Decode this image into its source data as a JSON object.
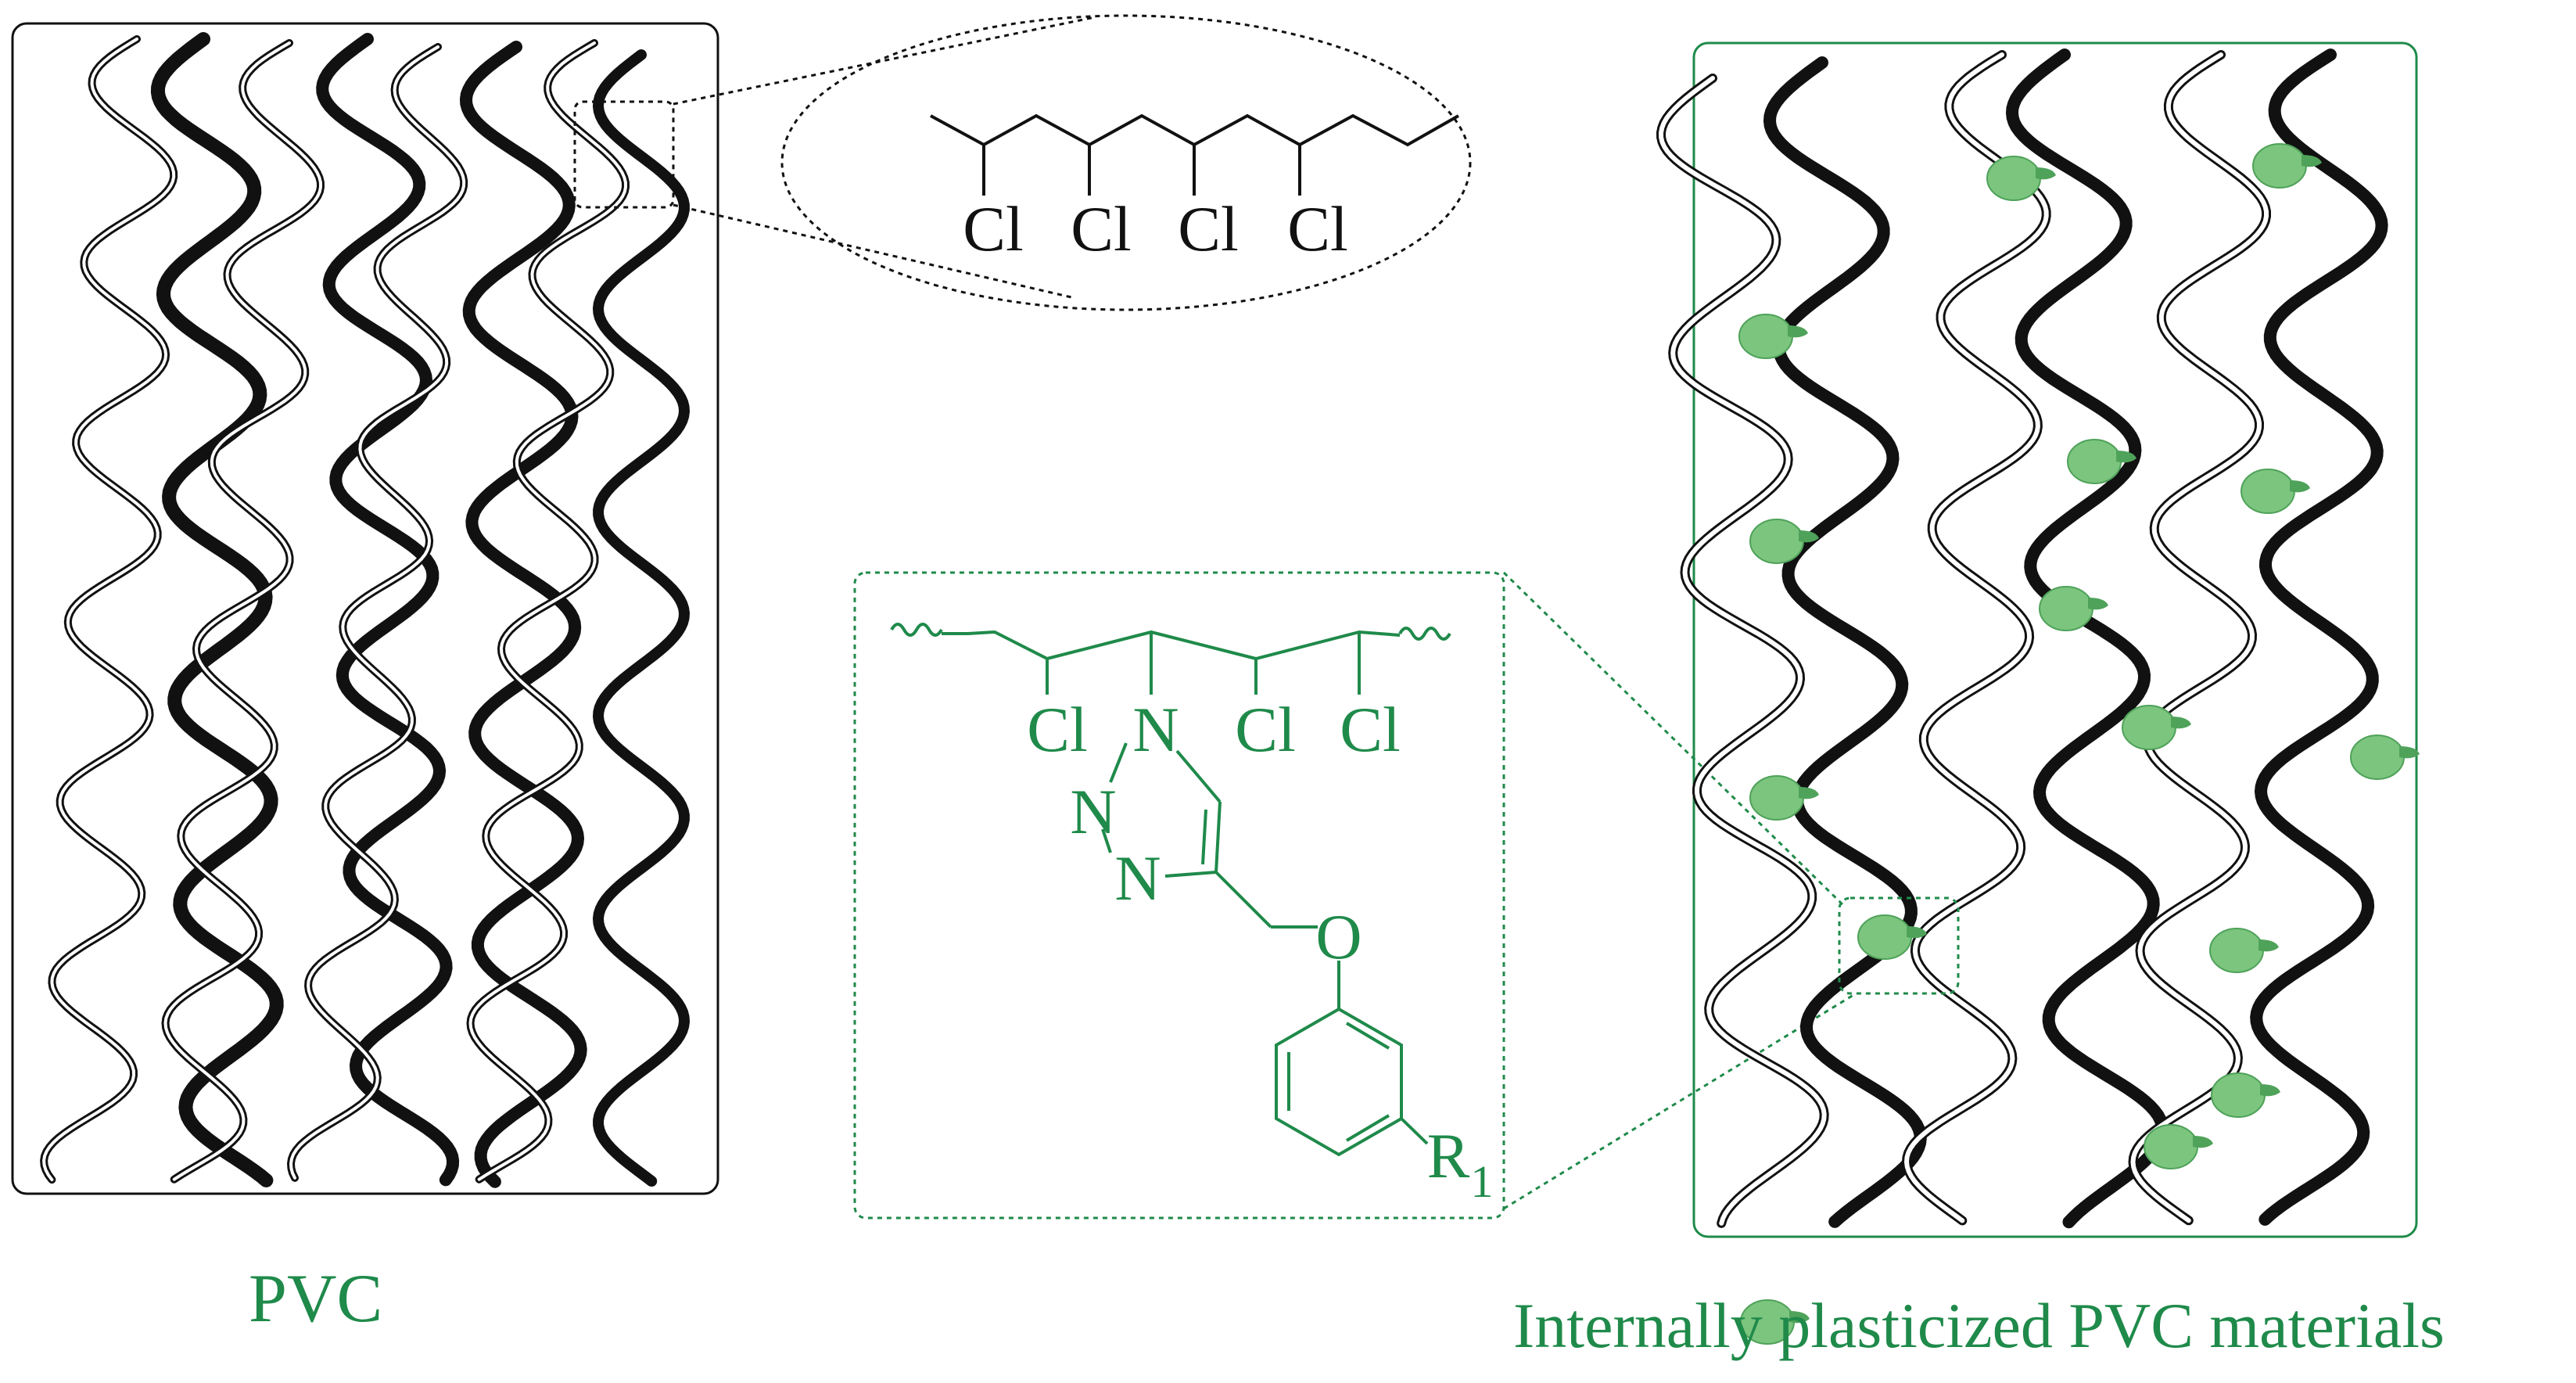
{
  "colors": {
    "ink": "#111111",
    "accent": "#1f8a4a",
    "blob": "#7cc57f",
    "blob_shadow": "#4fa25a"
  },
  "pvc_panel": {
    "caption": "PVC"
  },
  "zoom_callout": {
    "chlorine_labels": [
      "Cl",
      "Cl",
      "Cl",
      "Cl"
    ]
  },
  "structure_callout": {
    "labels": {
      "cl1": "Cl",
      "n1": "N",
      "cl2": "Cl",
      "cl3": "Cl",
      "n2": "N",
      "n3": "N",
      "oxygen": "O",
      "r_main": "R",
      "r_sub": "1"
    }
  },
  "plasticized_panel": {
    "caption": "Internally  plasticized PVC materials",
    "grafted_groups": 16
  }
}
